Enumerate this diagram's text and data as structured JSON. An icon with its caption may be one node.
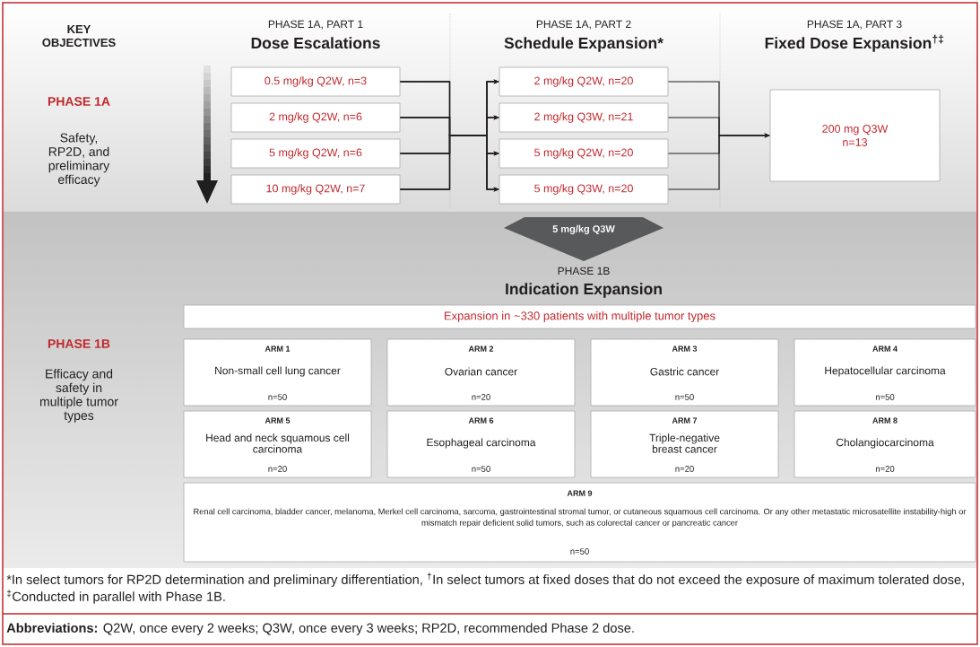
{
  "diagram": {
    "nodes": [
      {
        "text": [
          "0.5 mg/kg Q2W, n=3"
        ]
      },
      {
        "text": [
          "2 mg/kg Q2W, n=6"
        ]
      },
      {
        "text": [
          "5 mg/kg Q2W, n=6"
        ]
      },
      {
        "text": [
          "10 mg/kg Q2W, n=7"
        ]
      },
      {
        "text": [
          "2 mg/kg Q2W, n=20"
        ]
      },
      {
        "text": [
          "2 mg/kg Q3W, n=21"
        ]
      },
      {
        "text": [
          "5 mg/kg Q2W, n=20"
        ]
      },
      {
        "text": [
          "5 mg/kg Q3W, n=20"
        ]
      },
      {
        "text": [
          "200 mg Q3W",
          "n=13"
        ]
      },
      {
        "text": [
          "5 mg/kg Q3W"
        ]
      },
      {
        "text": [
          "Expansion in ~330 patients with multiple tumor types"
        ]
      },
      {
        "text": [
          "ARM 1",
          "Non-small cell lung cancer",
          "n=50"
        ]
      },
      {
        "text": [
          "ARM 2",
          "Ovarian cancer",
          "n=20"
        ]
      },
      {
        "text": [
          "ARM 3",
          "Gastric cancer",
          "n=50"
        ]
      },
      {
        "text": [
          "ARM 4",
          "Hepatocellular carcinoma",
          "n=50"
        ]
      },
      {
        "text": [
          "ARM 5",
          "Head and neck squamous cell carcinoma",
          "n=20"
        ]
      },
      {
        "text": [
          "ARM 6",
          "Esophageal carcinoma",
          "n=50"
        ]
      },
      {
        "text": [
          "ARM 7",
          "Triple-negative breast cancer",
          "n=20"
        ]
      },
      {
        "text": [
          "ARM 8",
          "Cholangiocarcinoma",
          "n=20"
        ]
      },
      {
        "text": [
          "ARM 9",
          "Renal cell carcinoma, bladder cancer, melanoma, Merkel cell carcinoma, sarcoma, gastrointestinal stromal tumor, or cutaneous squamous cell carcinoma. Or any other metastatic microsatellite instability-high or mismatch repair deficient solid tumors, such as colorectal cancer or pancreatic cancer",
          "n=50"
        ]
      }
    ],
    "edges": [
      {
        "from": 0,
        "to": 4,
        "arrow": "to"
      },
      {
        "from": 0,
        "to": 5,
        "arrow": "to"
      },
      {
        "from": 0,
        "to": 6,
        "arrow": "to"
      },
      {
        "from": 0,
        "to": 7,
        "arrow": "to"
      },
      {
        "from": 1,
        "to": 4,
        "arrow": "to"
      },
      {
        "from": 1,
        "to": 5,
        "arrow": "to"
      },
      {
        "from": 1,
        "to": 6,
        "arrow": "to"
      },
      {
        "from": 1,
        "to": 7,
        "arrow": "to"
      },
      {
        "from": 2,
        "to": 4,
        "arrow": "to"
      },
      {
        "from": 2,
        "to": 5,
        "arrow": "to"
      },
      {
        "from": 2,
        "to": 6,
        "arrow": "to"
      },
      {
        "from": 2,
        "to": 7,
        "arrow": "to"
      },
      {
        "from": 3,
        "to": 4,
        "arrow": "to"
      },
      {
        "from": 3,
        "to": 5,
        "arrow": "to"
      },
      {
        "from": 3,
        "to": 6,
        "arrow": "to"
      },
      {
        "from": 3,
        "to": 7,
        "arrow": "to"
      },
      {
        "from": 4,
        "to": 8,
        "arrow": "to"
      },
      {
        "from": 5,
        "to": 8,
        "arrow": "to"
      },
      {
        "from": 6,
        "to": 8,
        "arrow": "to"
      },
      {
        "from": 7,
        "to": 8,
        "arrow": "to"
      }
    ],
    "labels": [
      "KEY OBJECTIVES",
      "PHASE 1A, PART 1",
      "Dose Escalations",
      "PHASE 1A, PART 2",
      "Schedule Expansion*",
      "PHASE 1A, PART 3",
      "Fixed Dose Expansion$^{†‡}$",
      "PHASE 1A",
      "Safety, RP2D, and preliminary efficacy",
      "PHASE 1B",
      "Indication Expansion",
      "PHASE 1B",
      "Efficacy and safety in multiple tumor types",
      "*In select tumors for RP2D determination and preliminary differentiation, $^{†}$In select tumors at fixed doses that do not exceed the exposure of maximum tolerated dose, $^{‡}$Conducted in parallel with Phase 1B.",
      "**Abbreviations:** Q2W, once every 2 weeks; Q3W, once every 3 weeks; RP2D, recommended Phase 2 dose."
    ]
  }
}
